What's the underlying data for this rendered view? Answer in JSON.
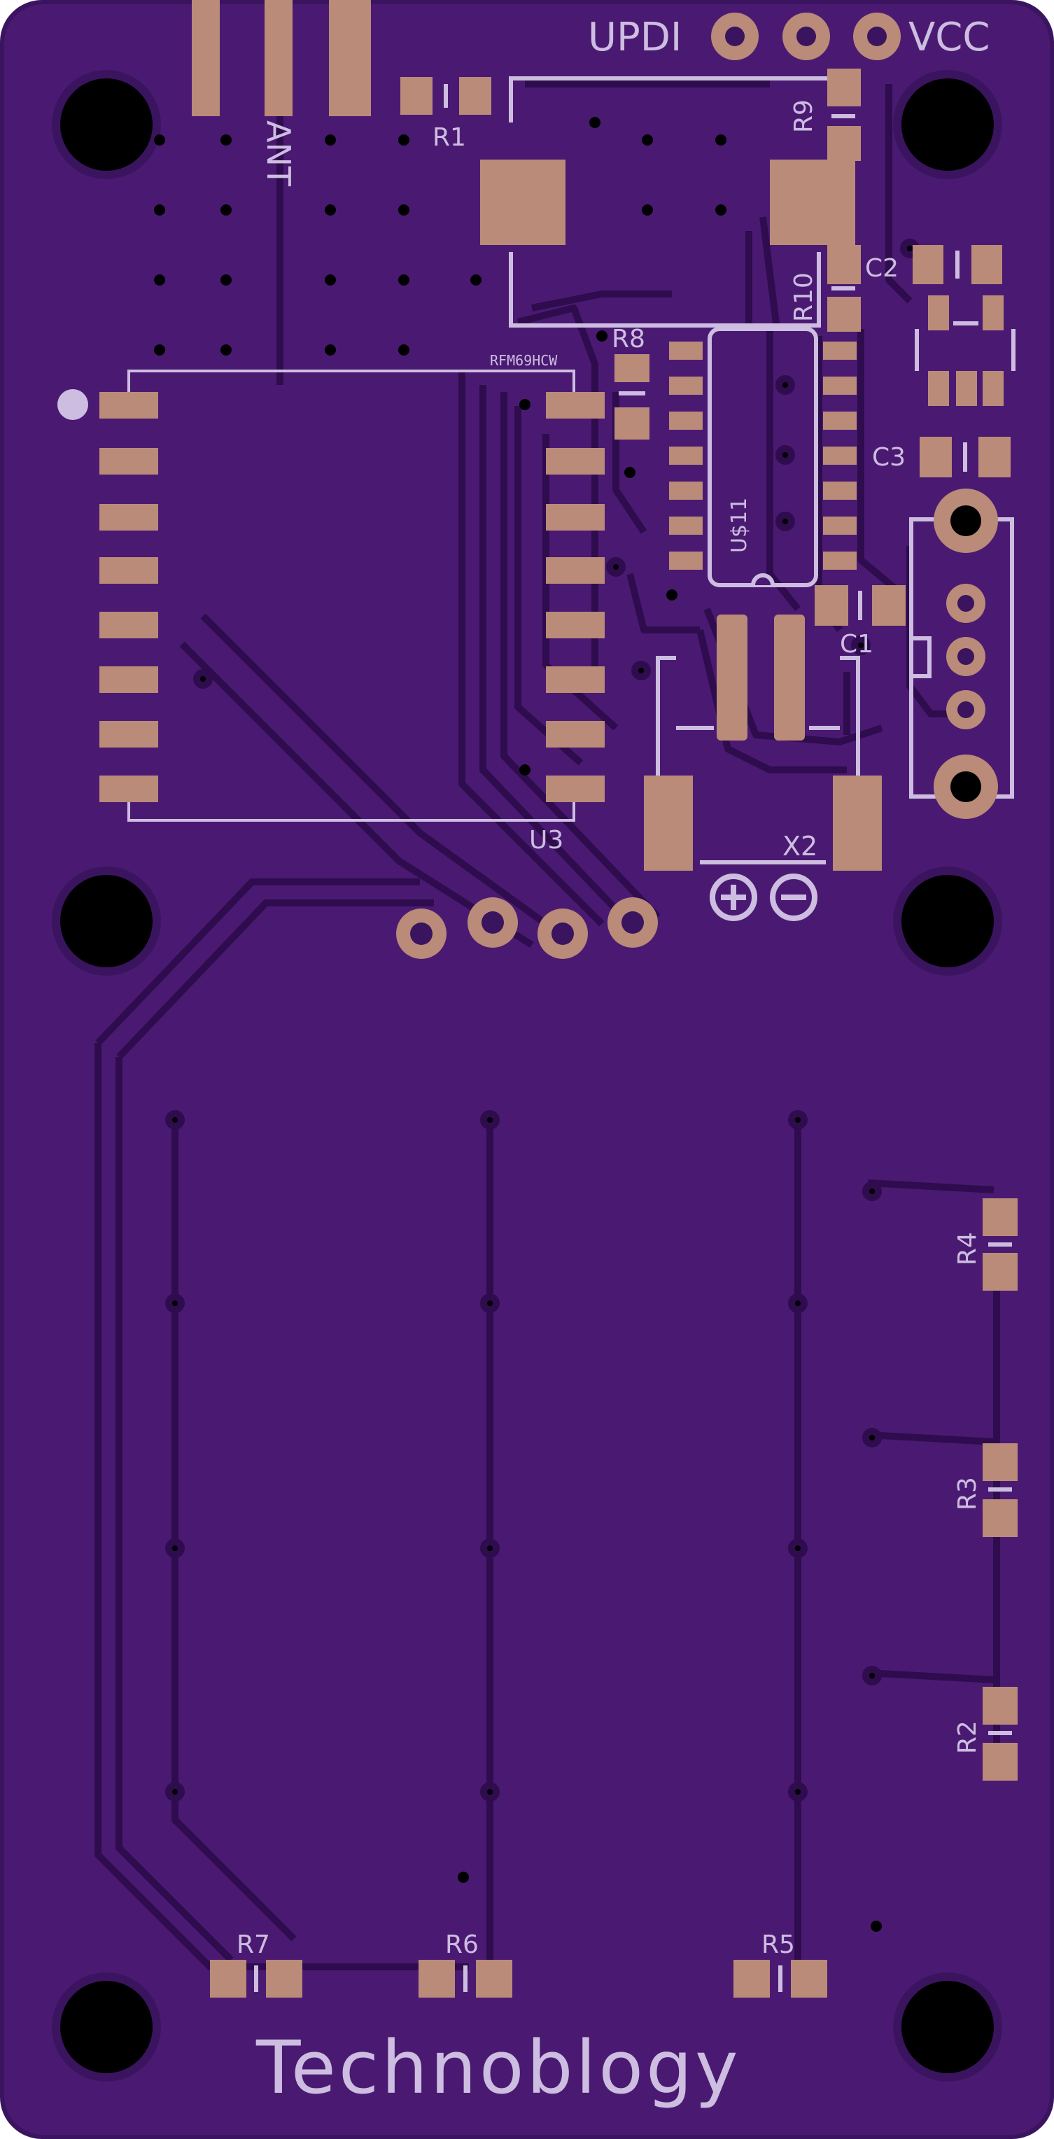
{
  "board": {
    "colors": {
      "substrate": "#3b1460",
      "copper": "#4a1a72",
      "trace": "#2e0c4e",
      "pad": "#b98b78",
      "silkscreen": "#cdbde0",
      "drill": "#000000"
    },
    "labels": {
      "updi": "UPDI",
      "vcc": "VCC",
      "ant": "ANT",
      "r1": "R1",
      "r2": "R2",
      "r3": "R3",
      "r4": "R4",
      "r5": "R5",
      "r6": "R6",
      "r7": "R7",
      "r8": "R8",
      "r9": "R9",
      "r10": "R10",
      "c1": "C1",
      "c2": "C2",
      "c3": "C3",
      "u3": "U3",
      "u11": "U$11",
      "rfm": "RFM69HCW",
      "x2": "X2",
      "brand": "Technoblogy"
    }
  }
}
